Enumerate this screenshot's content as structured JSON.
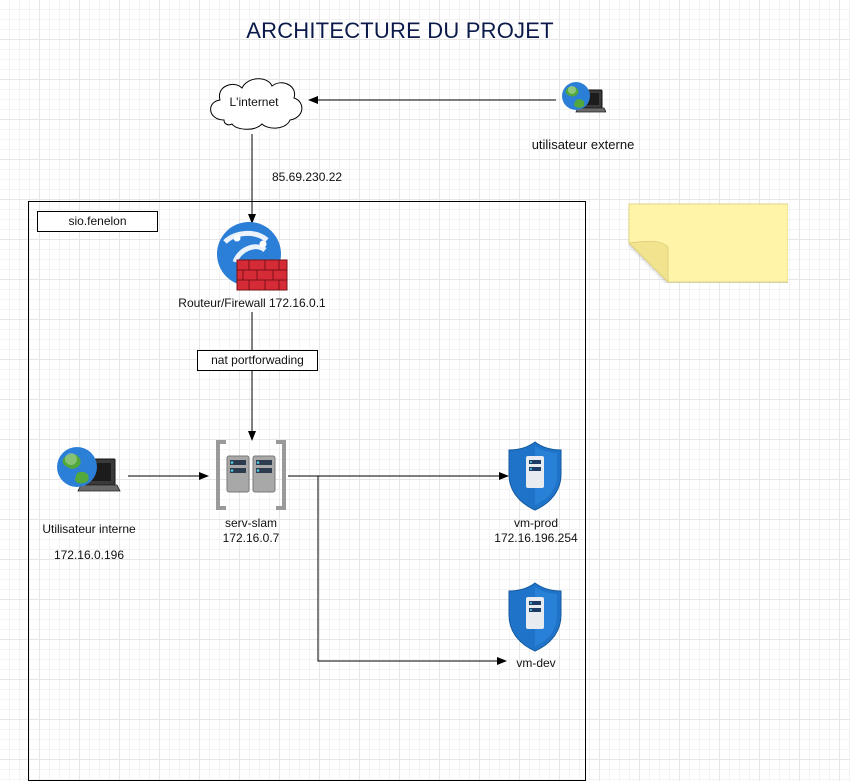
{
  "diagram": {
    "title": "ARCHITECTURE DU PROJET",
    "nodes": {
      "internet": {
        "label": "L'internet",
        "icon": "cloud-icon"
      },
      "external_user": {
        "label": "utilisateur externe",
        "icon": "globe-computer-icon"
      },
      "public_ip": "85.69.230.22",
      "zone": {
        "label": "sio.fenelon"
      },
      "router": {
        "label": "Routeur/Firewall 172.16.0.1",
        "icon": "firewall-globe-icon"
      },
      "nat": {
        "label": "nat portforwading"
      },
      "internal_user": {
        "label": "Utilisateur interne",
        "ip": "172.16.0.196",
        "icon": "globe-computer-icon"
      },
      "server": {
        "name": "serv-slam",
        "ip": "172.16.0.7",
        "icon": "server-icon"
      },
      "vm_prod": {
        "name": "vm-prod",
        "ip": "172.16.196.254",
        "icon": "shield-server-icon"
      },
      "vm_dev": {
        "name": "vm-dev",
        "icon": "shield-server-icon"
      }
    },
    "note": {
      "text": "",
      "color": "#fff4a8"
    },
    "colors": {
      "firewall": "#d42b36",
      "globe": "#2b7fd6",
      "shield": "#1f73c9",
      "title": "#0b1a4a"
    }
  }
}
